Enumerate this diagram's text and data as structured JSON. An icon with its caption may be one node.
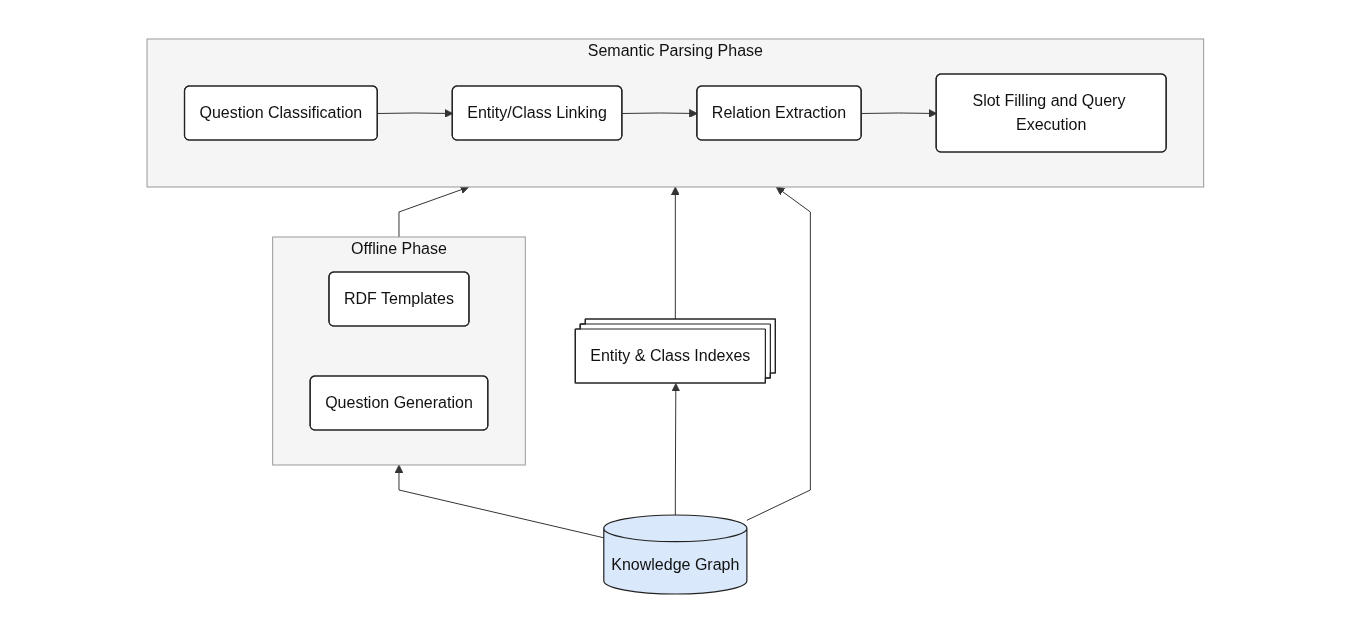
{
  "diagram": {
    "nodes": [
      {
        "text": [
          "Semantic Parsing Phase"
        ]
      },
      {
        "text": [
          "Question Classification"
        ],
        "in": 0
      },
      {
        "text": [
          "Entity/Class Linking"
        ],
        "in": 0
      },
      {
        "text": [
          "Relation Extraction"
        ],
        "in": 0
      },
      {
        "text": [
          "Slot Filling and Query Execution"
        ],
        "in": 0
      },
      {
        "text": [
          "Offline Phase"
        ]
      },
      {
        "text": [
          "RDF Templates"
        ],
        "in": 5
      },
      {
        "text": [
          "Question Generation"
        ],
        "in": 5
      },
      {
        "text": [
          "Entity & Class Indexes"
        ]
      },
      {
        "text": [
          "Knowledge Graph"
        ]
      }
    ],
    "edges": [
      {
        "from": 1,
        "to": 2,
        "arrow": "to"
      },
      {
        "from": 2,
        "to": 3,
        "arrow": "to"
      },
      {
        "from": 3,
        "to": 4,
        "arrow": "to"
      },
      {
        "from": 5,
        "to": 0,
        "arrow": "to"
      },
      {
        "from": 8,
        "to": 0,
        "arrow": "to"
      },
      {
        "from": 9,
        "to": 5,
        "arrow": "to"
      },
      {
        "from": 9,
        "to": 8,
        "arrow": "to"
      },
      {
        "from": 9,
        "to": 0,
        "arrow": "to"
      }
    ]
  }
}
